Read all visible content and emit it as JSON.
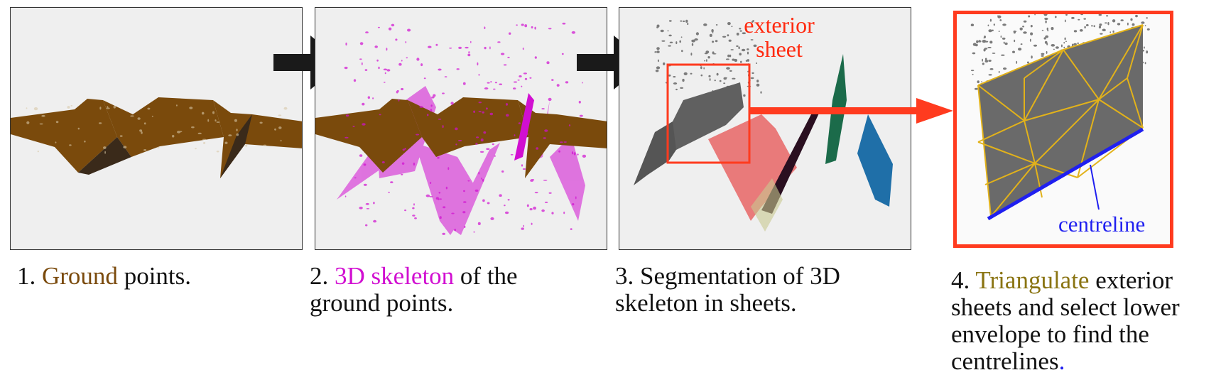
{
  "colors": {
    "ground": "#7a4a0c",
    "skeleton": "#d10fd1",
    "triangulate": "#8a7412",
    "centreline": "#1f1ff0",
    "highlight": "#ff3b1f",
    "sheet_gray": "#606060",
    "sheet_pink": "#e97a7a",
    "sheet_green": "#1b6b4a",
    "sheet_blue": "#1f6fa8"
  },
  "captions": {
    "c1": {
      "num": "1. ",
      "hl": "Ground",
      "rest": " points."
    },
    "c2": {
      "num": "2. ",
      "hl": "3D skeleton",
      "rest": " of the ground points."
    },
    "c3": {
      "text": "3. Segmentation of 3D skeleton in sheets."
    },
    "c4": {
      "num": "4. ",
      "hl": "Triangulate",
      "rest": " exterior sheets and select lower envelope to find the centrelines",
      "end": "."
    }
  },
  "annotations": {
    "exterior_sheet_line1": "exterior",
    "exterior_sheet_line2": "sheet",
    "centreline": "centreline"
  }
}
